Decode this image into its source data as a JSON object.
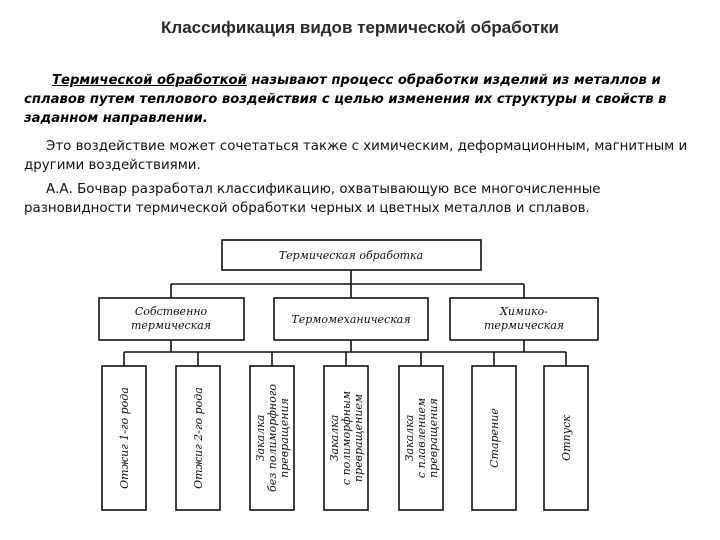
{
  "title": "Классификация видов термической обработки",
  "intro": {
    "term": "Термической обработкой",
    "rest": " называют процесс обработки изделий из металлов и сплавов путем теплового воздействия с целью изменения их структуры и свойств в заданном направлении."
  },
  "para2": "Это воздействие может сочетаться также с химическим, деформационным, магнитным и другими воздействиями.",
  "para3": "А.А. Бочвар разработал классификацию, охватывающую все многочисленные разновидности термической обработки черных и цветных металлов и сплавов.",
  "diagram": {
    "root": "Термическая обработка",
    "level1": [
      {
        "lines": [
          "Собственно",
          "термическая"
        ]
      },
      {
        "lines": [
          "Термомеханическая"
        ]
      },
      {
        "lines": [
          "Химико-",
          "термическая"
        ]
      }
    ],
    "leaves": [
      {
        "lines": [
          "Отжиг 1-го рода"
        ]
      },
      {
        "lines": [
          "Отжиг 2-го рода"
        ]
      },
      {
        "lines": [
          "Закалка",
          "без полиморфного",
          "превращения"
        ]
      },
      {
        "lines": [
          "Закалка",
          "с полиморфным",
          "превращением"
        ]
      },
      {
        "lines": [
          "Закалка",
          "с плавлением",
          "превращения"
        ]
      },
      {
        "lines": [
          "Старение"
        ]
      },
      {
        "lines": [
          "Отпуск"
        ]
      }
    ]
  }
}
